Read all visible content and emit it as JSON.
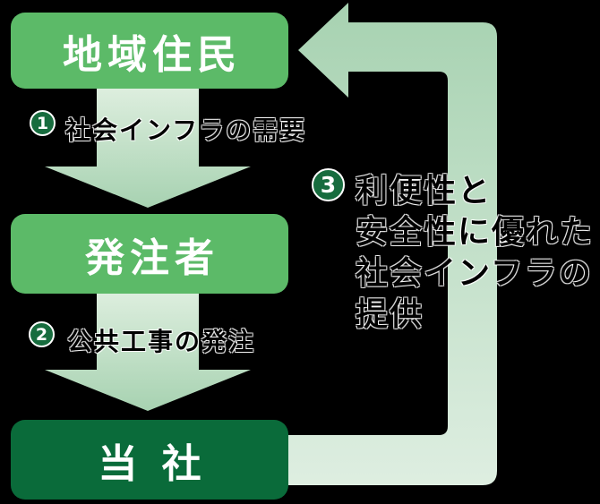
{
  "colors": {
    "background": "#000000",
    "box_green": "#5cba68",
    "box_dark_green": "#0a6b3a",
    "badge_green": "#176c3e",
    "arrow_light": "#ddeede",
    "arrow_mid": "#a7d2b1",
    "loop_light": "#deeee1",
    "white": "#ffffff",
    "label_text": "#000000"
  },
  "nodes": [
    {
      "id": "residents",
      "label": "地域住民"
    },
    {
      "id": "orderer",
      "label": "発注者"
    },
    {
      "id": "company",
      "label": "当 社"
    }
  ],
  "steps": [
    {
      "number": "1",
      "label": "社会インフラの需要"
    },
    {
      "number": "2",
      "label": "公共工事の発注"
    },
    {
      "number": "3",
      "label": "利便性と安全性に優れた社会インフラの提供",
      "lines": [
        "利便性と",
        "安全性に優れた",
        "社会インフラの",
        "提供"
      ]
    }
  ]
}
